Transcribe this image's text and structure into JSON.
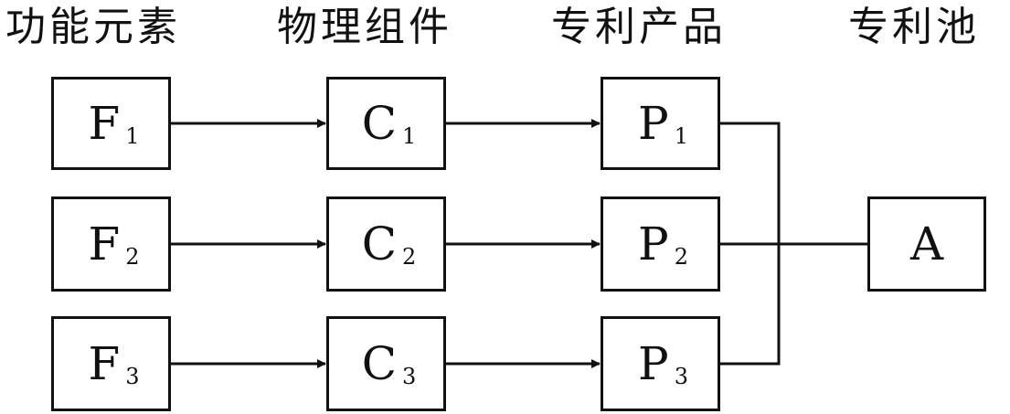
{
  "headers": {
    "functional_elements": "功能元素",
    "physical_components": "物理组件",
    "patent_products": "专利产品",
    "patent_pool": "专利池"
  },
  "nodes": {
    "f1": {
      "main": "F",
      "sub": "1"
    },
    "f2": {
      "main": "F",
      "sub": "2"
    },
    "f3": {
      "main": "F",
      "sub": "3"
    },
    "c1": {
      "main": "C",
      "sub": "1"
    },
    "c2": {
      "main": "C",
      "sub": "2"
    },
    "c3": {
      "main": "C",
      "sub": "3"
    },
    "p1": {
      "main": "P",
      "sub": "1"
    },
    "p2": {
      "main": "P",
      "sub": "2"
    },
    "p3": {
      "main": "P",
      "sub": "3"
    },
    "a": {
      "main": "A"
    }
  },
  "colors": {
    "line": "#111111",
    "box_border": "#111111",
    "text": "#111111"
  }
}
